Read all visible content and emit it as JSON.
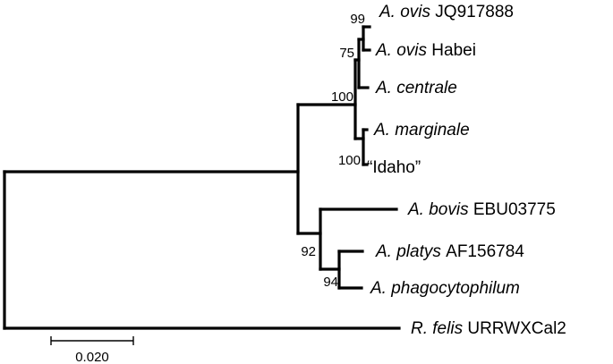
{
  "tree": {
    "taxa": [
      {
        "id": "ovis-jq",
        "genus": "A. ovis",
        "strain": "JQ917888"
      },
      {
        "id": "ovis-habei",
        "genus": "A. ovis",
        "strain": "Habei"
      },
      {
        "id": "centrale",
        "genus": "A. centrale",
        "strain": ""
      },
      {
        "id": "marginale",
        "genus": "A. marginale",
        "strain": ""
      },
      {
        "id": "idaho",
        "genus": "",
        "strain": "“Idaho”"
      },
      {
        "id": "bovis",
        "genus": "A. bovis",
        "strain": "EBU03775"
      },
      {
        "id": "platys",
        "genus": "A. platys",
        "strain": "AF156784"
      },
      {
        "id": "phago",
        "genus": "A. phagocytophilum",
        "strain": ""
      },
      {
        "id": "felis",
        "genus": "R. felis",
        "strain": "URRWXCal2"
      }
    ],
    "bootstrap": [
      {
        "id": "ovis",
        "value": "99"
      },
      {
        "id": "ovis-centrale",
        "value": "75"
      },
      {
        "id": "ovis-group",
        "value": "100"
      },
      {
        "id": "marginale",
        "value": "100"
      },
      {
        "id": "bovis-group",
        "value": "92"
      },
      {
        "id": "platys-phago",
        "value": "94"
      }
    ],
    "scale_bar": {
      "label": "0.020",
      "length": 0.02
    }
  }
}
